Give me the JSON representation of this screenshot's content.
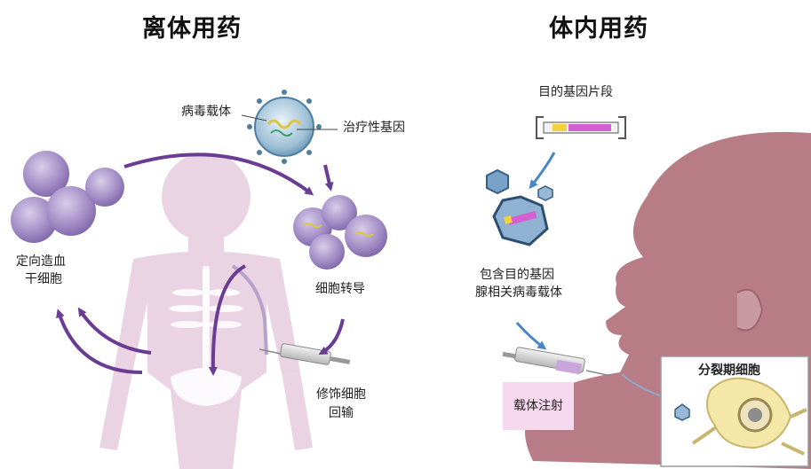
{
  "left_panel": {
    "title": "离体用药",
    "labels": {
      "viral_vector": "病毒载体",
      "therapeutic_gene": "治疗性基因",
      "stem_cells_line1": "定向造血",
      "stem_cells_line2": "干细胞",
      "transduction": "细胞转导",
      "reinfusion_line1": "修饰细胞",
      "reinfusion_line2": "回输"
    }
  },
  "right_panel": {
    "title": "体内用药",
    "labels": {
      "gene_fragment": "目的基因片段",
      "aav_line1": "包含目的基因",
      "aav_line2": "腺相关病毒载体",
      "injection": "载体注射",
      "dividing_cells": "分裂期细胞"
    }
  },
  "colors": {
    "body_left": "#ead3e3",
    "body_right": "#b87c87",
    "cell": "#9a7fbd",
    "arrow_purple": "#6a3d93",
    "arrow_blue": "#4a87c8",
    "injection_box": "#f6d8ef"
  }
}
